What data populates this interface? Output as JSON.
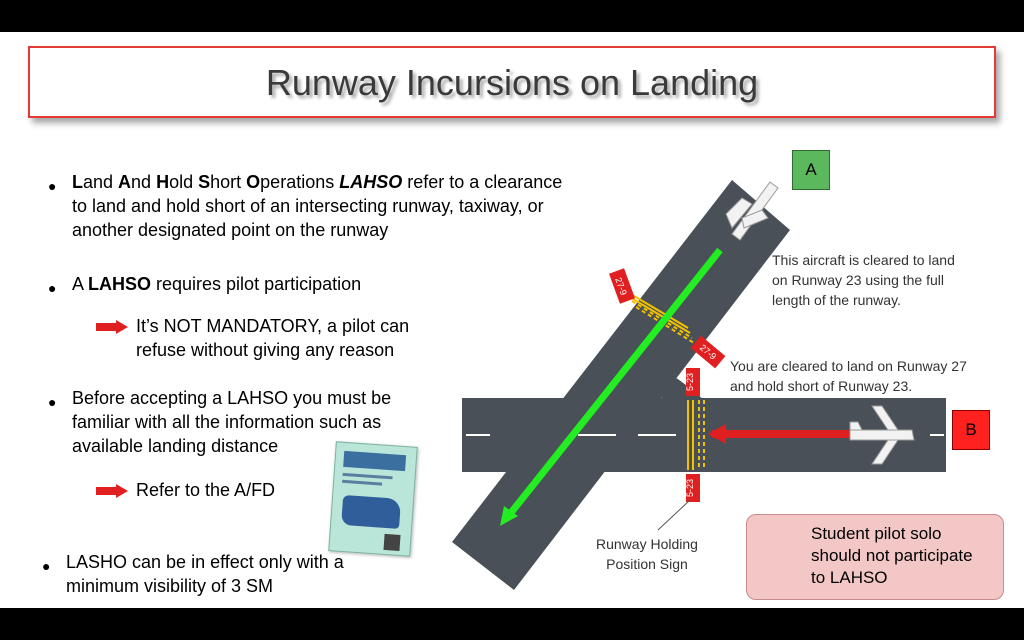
{
  "title": "Runway Incursions on Landing",
  "bullets": {
    "lahso_def": {
      "p1": "L",
      "p2": "and ",
      "p3": "A",
      "p4": "nd ",
      "p5": "H",
      "p6": "old ",
      "p7": "S",
      "p8": "hort ",
      "p9": "O",
      "p10": "perations ",
      "p11": "LAHSO",
      "p12": " refer to a clearance",
      "line2": "to land and hold short of an intersecting runway, taxiway, or",
      "line3": "another designated point on the runway"
    },
    "requires": {
      "pre": "A ",
      "bold": "LAHSO",
      "post": " requires pilot participation"
    },
    "not_mandatory": {
      "line1": "It’s NOT MANDATORY,  a pilot can",
      "line2": "refuse without giving any reason"
    },
    "before": {
      "line1": "Before accepting a LAHSO you must be",
      "line2": "familiar with all the information such as",
      "line3": "available landing distance"
    },
    "refer": "Refer to the A/FD",
    "visibility": {
      "line1": "LASHO can be in effect only with a",
      "line2": "minimum visibility of 3 SM"
    }
  },
  "diagram": {
    "label_a": "A",
    "label_b": "B",
    "note_a": {
      "line1": "This aircraft is cleared to land",
      "line2": "on Runway 23 using the full",
      "line3": "length of the runway."
    },
    "note_b": {
      "line1": "You are cleared to land on Runway 27",
      "line2": "and hold short of Runway 23."
    },
    "hold_sign": {
      "line1": "Runway Holding",
      "line2": "Position Sign"
    },
    "signs": {
      "s1": "27-9",
      "s2": "27-9",
      "s3": "5-23",
      "s4": "5-23"
    }
  },
  "warning": {
    "line1": "Student pilot solo",
    "line2": "should not participate",
    "line3": "to LAHSO"
  },
  "colors": {
    "title_border": "#e53935",
    "green_arrow": "#22ee22",
    "red_arrow": "#e02020",
    "runway": "#4a5058",
    "warning_bg": "#f4c7c7"
  }
}
